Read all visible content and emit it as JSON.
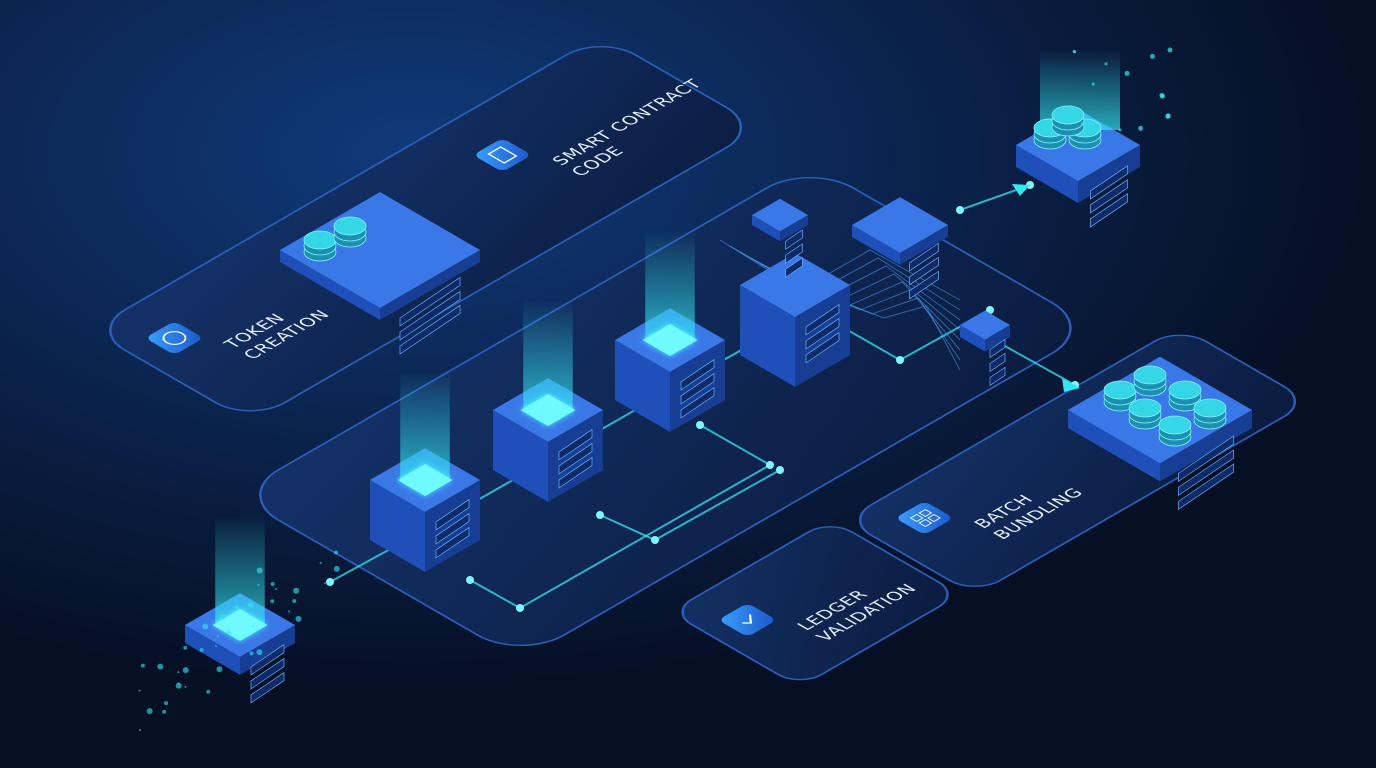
{
  "labels": {
    "token_creation": [
      "TOKEN",
      "CREATION"
    ],
    "smart_contract": [
      "SMART CONTRACT",
      "CODE"
    ],
    "ledger_validation": [
      "LEDGER",
      "VALIDATION"
    ],
    "batch_bundling": [
      "BATCH",
      "BUNDLING"
    ]
  },
  "colors": {
    "background": "#07122b",
    "panel": "#0f2550",
    "panel_edge": "#2a5fb8",
    "accent": "#35e6f0",
    "cube": "#2b5fd0"
  }
}
